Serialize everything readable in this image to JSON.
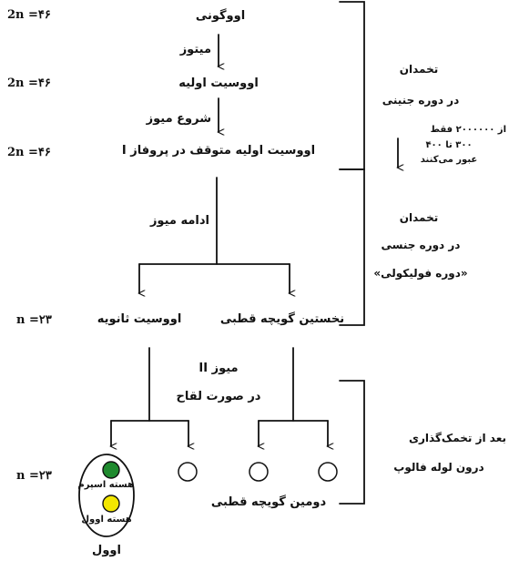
{
  "ploidy": {
    "row1": "2n =۴۶",
    "row2": "2n =۴۶",
    "row3": "2n =۴۶",
    "row4": "n =۲۳",
    "row5": "n =۲۳"
  },
  "stages": {
    "oogonia": "اووگونی",
    "mitosis": "میتوز",
    "primary_oocyte": "اووسیت اولیه",
    "meiosis_start": "شروع میوز",
    "arrested_oocyte": "اووسیت اولیه متوقف در پروفاز I",
    "meiosis_continue": "ادامه میوز",
    "secondary_oocyte": "اووسیت ثانویه",
    "first_polar_body": "نخستین گویچه قطبی",
    "meiosis_2": "میوز II",
    "if_fertilized": "در صورت لقاح",
    "second_polar_body": "دومین گویچه قطبی",
    "sperm_nucleus": "هسته اسپرم",
    "ovum_nucleus": "هسته اوول",
    "ovum": "اوول"
  },
  "side_notes": {
    "ovary_fetal_1": "تخمدان",
    "ovary_fetal_2": "در دوره جنینی",
    "only_pass_1": "از ۲۰۰۰۰۰۰ فقط",
    "only_pass_2": "۳۰۰ تا ۴۰۰",
    "only_pass_3": "عبور می‌کنند",
    "ovary_sexual_1": "تخمدان",
    "ovary_sexual_2": "در دوره جنسی",
    "ovary_sexual_3": "«دوره فولیکولی»",
    "ovulation_1": "بعد از تخمک‌گذاری",
    "ovulation_2": "درون لوله فالوپ"
  },
  "colors": {
    "sperm_nucleus": "#1f8a2e",
    "ovum_nucleus": "#f2e600",
    "line": "#111111"
  }
}
